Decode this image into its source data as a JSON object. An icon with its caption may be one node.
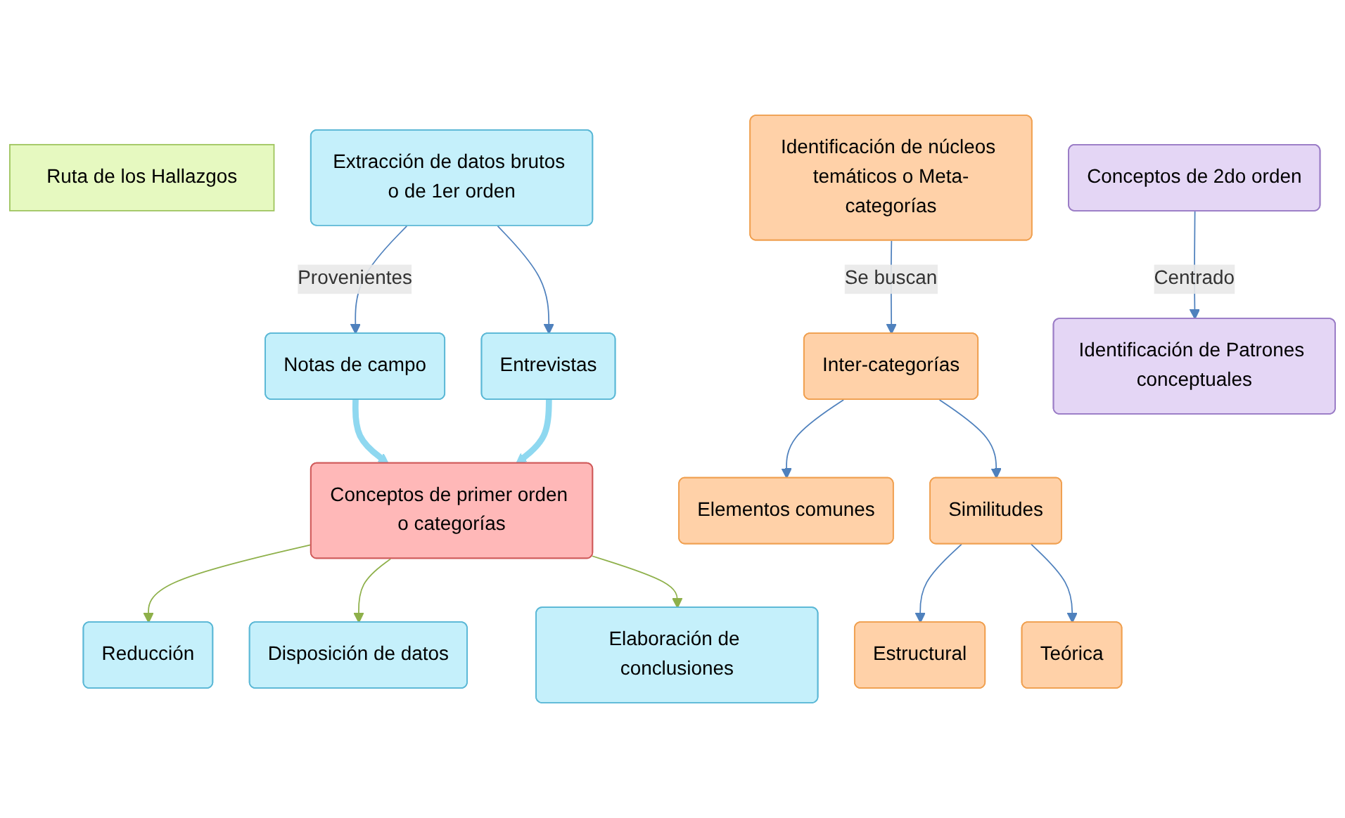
{
  "diagram": {
    "nodes": [
      {
        "text": [
          "Ruta de los Hallazgos"
        ]
      },
      {
        "text": [
          "Extracción de datos brutos o de 1er orden"
        ]
      },
      {
        "text": [
          "Identificación de núcleos temáticos o Meta-categorías"
        ]
      },
      {
        "text": [
          "Conceptos de 2do orden"
        ]
      },
      {
        "text": [
          "Notas de campo"
        ]
      },
      {
        "text": [
          "Entrevistas"
        ]
      },
      {
        "text": [
          "Inter-categorías"
        ]
      },
      {
        "text": [
          "Identificación de Patrones conceptuales"
        ]
      },
      {
        "text": [
          "Similitudes"
        ]
      },
      {
        "text": [
          "Elementos comunes"
        ]
      },
      {
        "text": [
          "Conceptos de primer orden o categorías"
        ]
      },
      {
        "text": [
          "Estructural"
        ]
      },
      {
        "text": [
          "Teórica"
        ]
      },
      {
        "text": [
          "Reducción"
        ]
      },
      {
        "text": [
          "Disposición de datos"
        ]
      },
      {
        "text": [
          "Elaboración de conclusiones"
        ]
      }
    ],
    "edges": [
      {
        "from": 1,
        "to": 4,
        "arrow": "to",
        "label": "Provenientes"
      },
      {
        "from": 1,
        "to": 5,
        "arrow": "to"
      },
      {
        "from": 2,
        "to": 6,
        "arrow": "to",
        "label": "Se buscan"
      },
      {
        "from": 3,
        "to": 7,
        "arrow": "to",
        "label": "Centrado"
      },
      {
        "from": 6,
        "to": 8,
        "arrow": "to"
      },
      {
        "from": 6,
        "to": 9,
        "arrow": "to"
      },
      {
        "from": 8,
        "to": 11,
        "arrow": "to"
      },
      {
        "from": 8,
        "to": 12,
        "arrow": "to"
      },
      {
        "from": 4,
        "to": 10,
        "arrow": "to",
        "style": "thick",
        "color": "#8fd8f0"
      },
      {
        "from": 5,
        "to": 10,
        "arrow": "to",
        "style": "thick",
        "color": "#8fd8f0"
      },
      {
        "from": 10,
        "to": 13,
        "arrow": "to",
        "color": "#8eb04a"
      },
      {
        "from": 10,
        "to": 14,
        "arrow": "to",
        "color": "#8eb04a"
      },
      {
        "from": 10,
        "to": 15,
        "arrow": "to",
        "color": "#8eb04a"
      }
    ]
  }
}
